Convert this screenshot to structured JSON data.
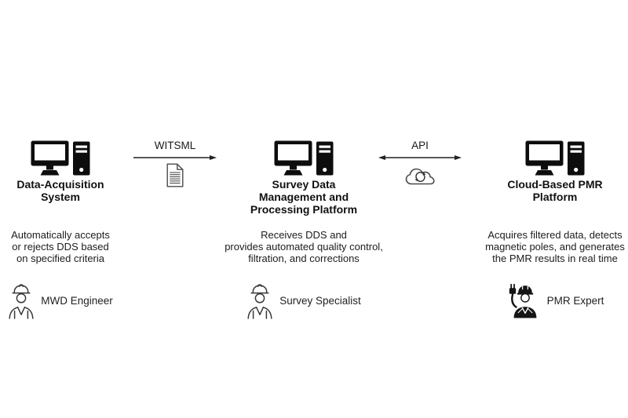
{
  "diagram": {
    "nodes": [
      {
        "title": "Data-Acquisition\nSystem",
        "description": "Automatically accepts\nor rejects DDS based\non specified criteria",
        "role": "MWD Engineer",
        "system_icon": "desktop-computer-icon",
        "role_icon": "worker-hardhat-icon"
      },
      {
        "title": "Survey Data\nManagement and\nProcessing Platform",
        "description": "Receives DDS and\nprovides automated quality control,\nfiltration, and corrections",
        "role": "Survey Specialist",
        "system_icon": "desktop-computer-icon",
        "role_icon": "worker-hardhat-icon"
      },
      {
        "title": "Cloud-Based PMR\nPlatform",
        "description": "Acquires filtered data, detects\nmagnetic poles, and generates\nthe PMR results in real time",
        "role": "PMR Expert",
        "system_icon": "desktop-computer-icon",
        "role_icon": "electrician-plug-icon"
      }
    ],
    "connections": [
      {
        "label": "WITSML",
        "direction": "right",
        "icon": "document-icon"
      },
      {
        "label": "API",
        "direction": "both",
        "icon": "cloud-sync-icon"
      }
    ],
    "colors": {
      "background": "#ffffff",
      "text": "#1a1a1a",
      "solid_icon": "#0d0d0d",
      "outline_icon": "#4a4a4a"
    }
  }
}
